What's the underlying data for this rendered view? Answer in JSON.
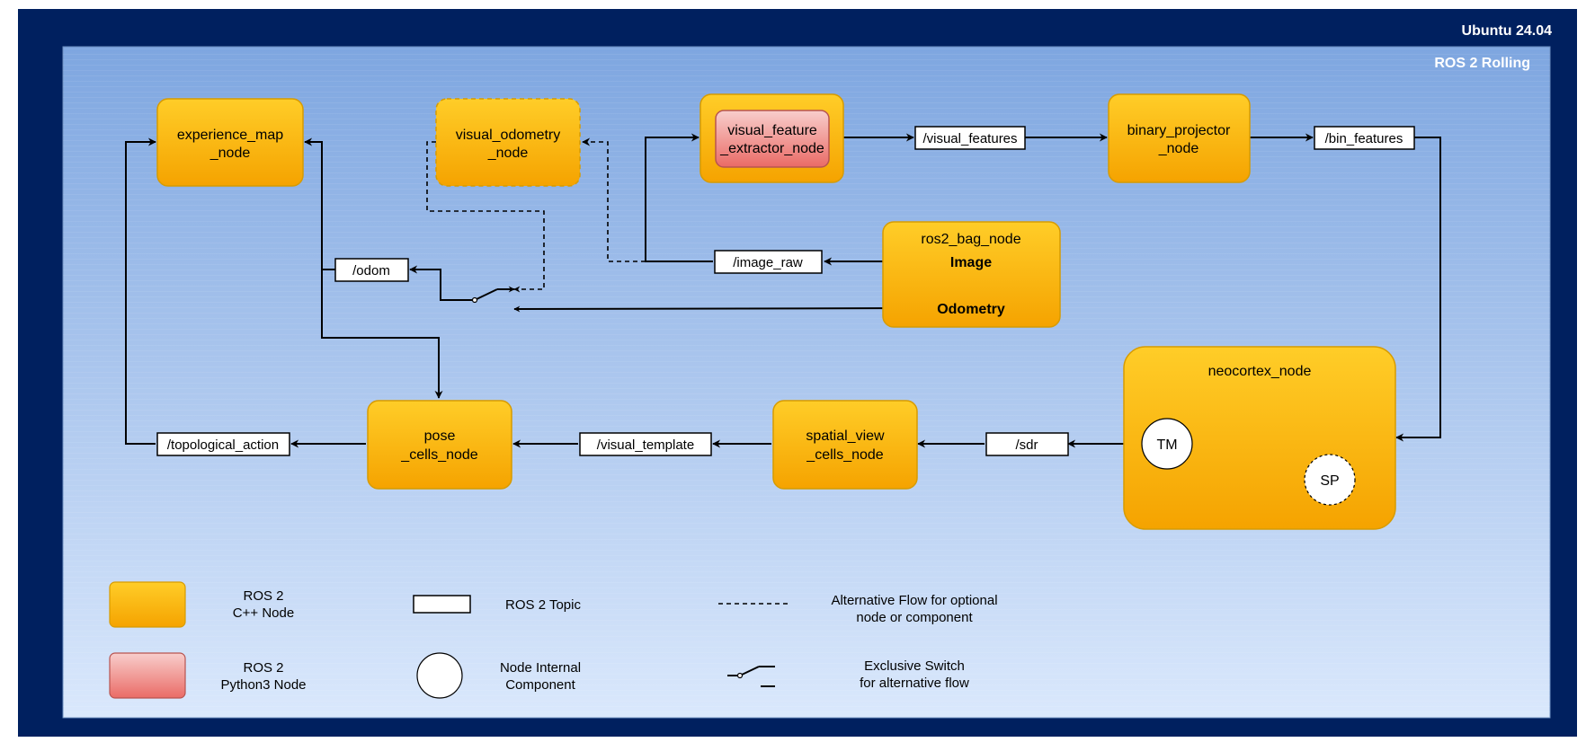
{
  "frame": {
    "os_label": "Ubuntu 24.04",
    "ros_label": "ROS 2 Rolling"
  },
  "nodes": {
    "experience_map": [
      "experience_map",
      "_node"
    ],
    "visual_odometry": [
      "visual_odometry",
      "_node"
    ],
    "visual_feature_extractor": [
      "visual_feature",
      "_extractor_node"
    ],
    "binary_projector": [
      "binary_projector",
      "_node"
    ],
    "ros2_bag": "ros2_bag_node",
    "ros2_bag_image_port": "Image",
    "ros2_bag_odometry_port": "Odometry",
    "neocortex": "neocortex_node",
    "pose_cells": [
      "pose",
      "_cells_node"
    ],
    "spatial_view_cells": [
      "spatial_view",
      "_cells_node"
    ]
  },
  "components": {
    "tm": "TM",
    "sp": "SP"
  },
  "topics": {
    "visual_features": "/visual_features",
    "bin_features": "/bin_features",
    "odom": "/odom",
    "image_raw": "/image_raw",
    "topological_action": "/topological_action",
    "visual_template": "/visual_template",
    "sdr": "/sdr"
  },
  "legend": {
    "cpp_node": [
      "ROS 2",
      "C++ Node"
    ],
    "python_node": [
      "ROS 2",
      "Python3 Node"
    ],
    "topic": "ROS 2 Topic",
    "internal_component": [
      "Node Internal",
      "Component"
    ],
    "alternative_flow": [
      "Alternative Flow for optional",
      "node or component"
    ],
    "exclusive_switch": [
      "Exclusive Switch",
      "for alternative flow"
    ]
  },
  "colors": {
    "outer_frame": "#00205f",
    "cpp_node_top": "#ffcd28",
    "cpp_node_bottom": "#f5a300",
    "python_node_top": "#f8cecc",
    "python_node_bottom": "#ea6b66"
  }
}
